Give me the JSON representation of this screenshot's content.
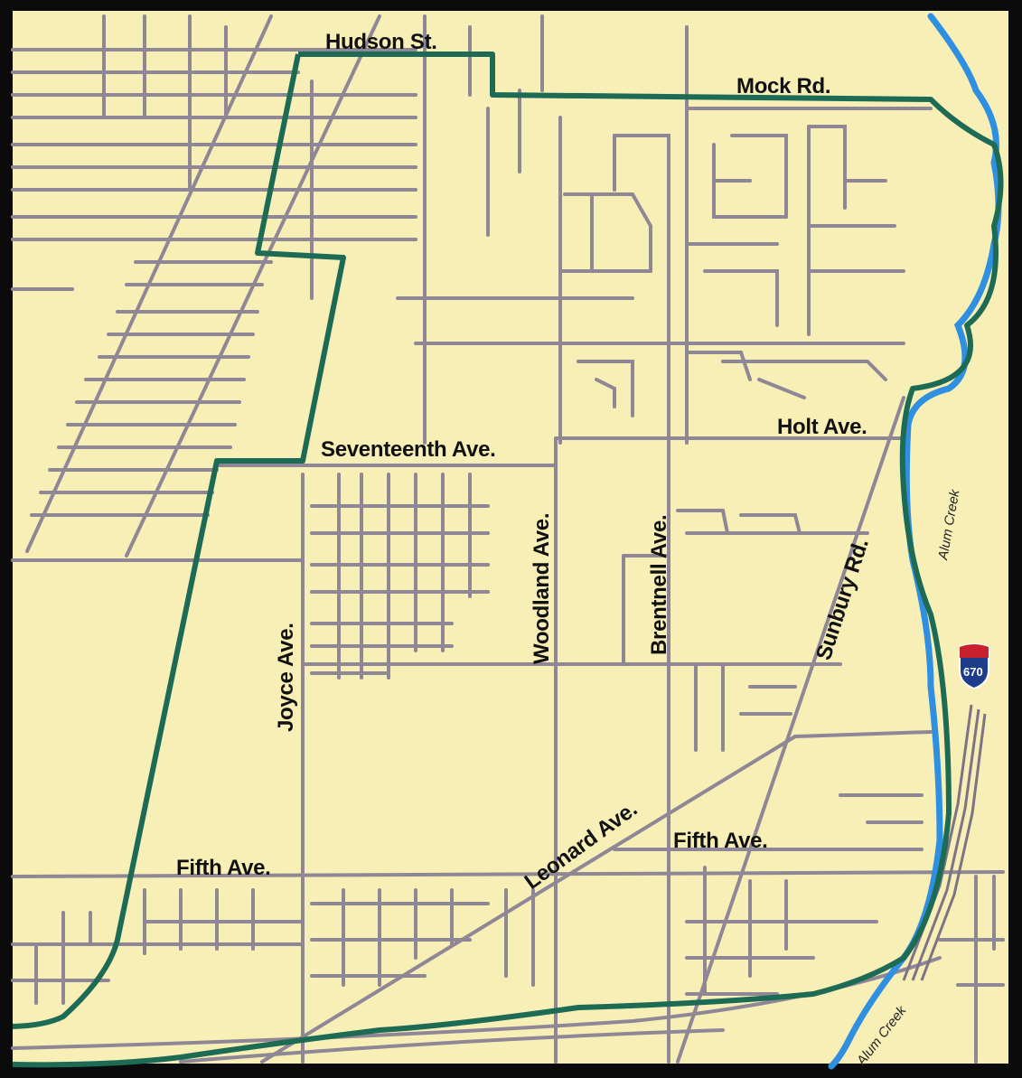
{
  "colors": {
    "background": "#f7efb6",
    "frame": "#0b0b0b",
    "street": "#8f8795",
    "boundary": "#1d6b55",
    "creek": "#2f8fe0",
    "shield_red": "#c8202c",
    "shield_blue": "#1d3c8a"
  },
  "streets": {
    "hudson": "Hudson St.",
    "mock": "Mock Rd.",
    "holt": "Holt Ave.",
    "seventeenth": "Seventeenth Ave.",
    "woodland": "Woodland Ave.",
    "brentnell": "Brentnell Ave.",
    "sunbury": "Sunbury Rd.",
    "joyce": "Joyce Ave.",
    "leonard": "Leonard Ave.",
    "fifth_west": "Fifth Ave.",
    "fifth_east": "Fifth Ave."
  },
  "waterways": {
    "creek_north": "Alum Creek",
    "creek_south": "Alum Creek"
  },
  "highway_shield": {
    "number": "670",
    "icon": "interstate-shield-icon"
  }
}
